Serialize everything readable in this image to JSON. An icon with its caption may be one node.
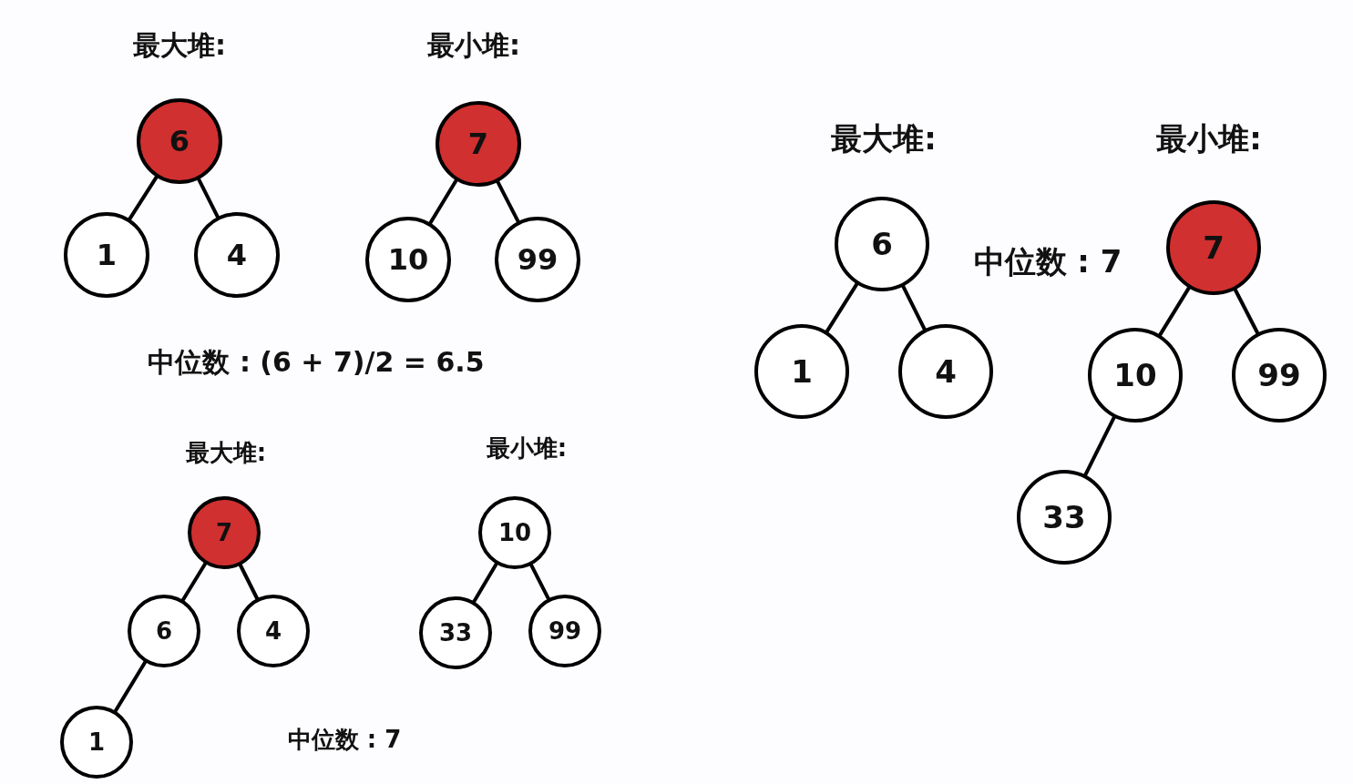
{
  "diagram": {
    "nodes": [
      {
        "text": [
          "6"
        ]
      },
      {
        "text": [
          "1"
        ]
      },
      {
        "text": [
          "4"
        ]
      },
      {
        "text": [
          "7"
        ]
      },
      {
        "text": [
          "10"
        ]
      },
      {
        "text": [
          "99"
        ]
      },
      {
        "text": [
          "6"
        ]
      },
      {
        "text": [
          "1"
        ]
      },
      {
        "text": [
          "4"
        ]
      },
      {
        "text": [
          "7"
        ]
      },
      {
        "text": [
          "10"
        ]
      },
      {
        "text": [
          "99"
        ]
      },
      {
        "text": [
          "33"
        ]
      },
      {
        "text": [
          "7"
        ]
      },
      {
        "text": [
          "6"
        ]
      },
      {
        "text": [
          "4"
        ]
      },
      {
        "text": [
          "1"
        ]
      },
      {
        "text": [
          "10"
        ]
      },
      {
        "text": [
          "33"
        ]
      },
      {
        "text": [
          "99"
        ]
      }
    ],
    "edges": [
      {
        "from": 0,
        "to": 1,
        "arrow": "none"
      },
      {
        "from": 0,
        "to": 2,
        "arrow": "none"
      },
      {
        "from": 3,
        "to": 4,
        "arrow": "none"
      },
      {
        "from": 3,
        "to": 5,
        "arrow": "none"
      },
      {
        "from": 6,
        "to": 7,
        "arrow": "none"
      },
      {
        "from": 6,
        "to": 8,
        "arrow": "none"
      },
      {
        "from": 9,
        "to": 10,
        "arrow": "none"
      },
      {
        "from": 9,
        "to": 11,
        "arrow": "none"
      },
      {
        "from": 10,
        "to": 12,
        "arrow": "none"
      },
      {
        "from": 13,
        "to": 14,
        "arrow": "none"
      },
      {
        "from": 13,
        "to": 15,
        "arrow": "none"
      },
      {
        "from": 14,
        "to": 16,
        "arrow": "none"
      },
      {
        "from": 17,
        "to": 18,
        "arrow": "none"
      },
      {
        "from": 17,
        "to": 19,
        "arrow": "none"
      }
    ],
    "labels": [
      "最大堆:",
      "最小堆:",
      "最大堆:",
      "最小堆:",
      "中位数 : 7",
      "中位数 : (6 + 7)/2 = 6.5",
      "最大堆:",
      "最小堆:",
      "中位数 : 7"
    ]
  }
}
